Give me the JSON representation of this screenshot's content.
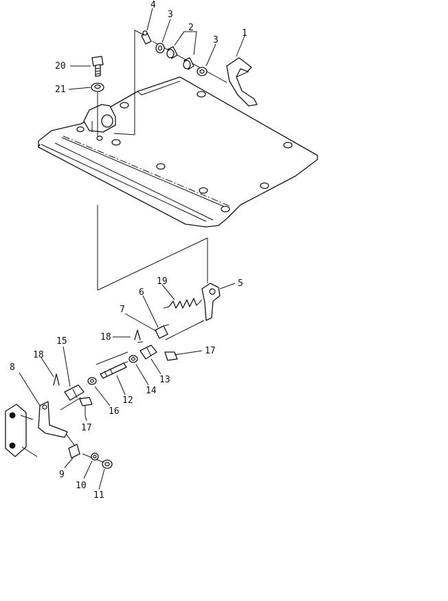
{
  "callouts": [
    {
      "id": "1",
      "text": "1"
    },
    {
      "id": "2",
      "text": "2"
    },
    {
      "id": "3a",
      "text": "3"
    },
    {
      "id": "3b",
      "text": "3"
    },
    {
      "id": "4",
      "text": "4"
    },
    {
      "id": "5",
      "text": "5"
    },
    {
      "id": "6",
      "text": "6"
    },
    {
      "id": "7",
      "text": "7"
    },
    {
      "id": "8",
      "text": "8"
    },
    {
      "id": "9",
      "text": "9"
    },
    {
      "id": "10",
      "text": "10"
    },
    {
      "id": "11",
      "text": "11"
    },
    {
      "id": "12",
      "text": "12"
    },
    {
      "id": "13",
      "text": "13"
    },
    {
      "id": "14",
      "text": "14"
    },
    {
      "id": "15",
      "text": "15"
    },
    {
      "id": "16",
      "text": "16"
    },
    {
      "id": "17a",
      "text": "17"
    },
    {
      "id": "17b",
      "text": "17"
    },
    {
      "id": "18a",
      "text": "18"
    },
    {
      "id": "18b",
      "text": "18"
    },
    {
      "id": "19",
      "text": "19"
    },
    {
      "id": "20",
      "text": "20"
    },
    {
      "id": "21",
      "text": "21"
    }
  ]
}
